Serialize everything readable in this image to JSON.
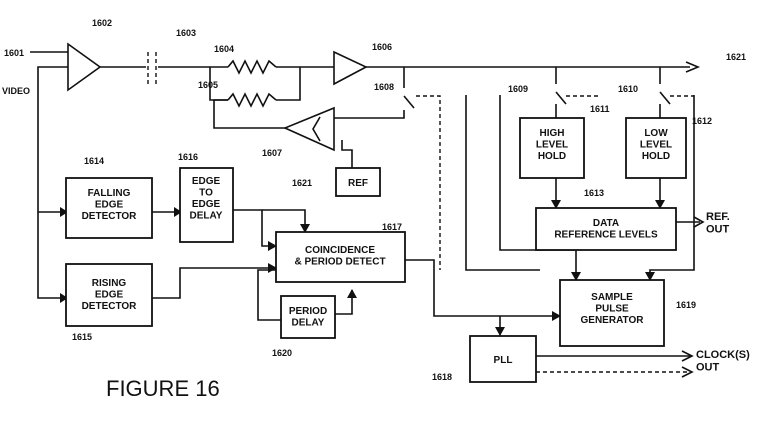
{
  "figure_title": "FIGURE 16",
  "signals": {
    "video_in_ref": "1601",
    "video_in": "VIDEO",
    "output_ref": "1621",
    "ref_out": "REF.\nOUT",
    "clock_out": "CLOCK(S)\nOUT"
  },
  "refs": {
    "amp_in": "1602",
    "cap": "1603",
    "res_a": "1604",
    "res_b": "1605",
    "amp_main": "1606",
    "comparator": "1607",
    "switch_a": "1608",
    "switch_b": "1609",
    "switch_c": "1610",
    "high_hold": "1611",
    "low_hold": "1612",
    "data_ref": "1613",
    "falling": "1614",
    "rising": "1615",
    "edge_delay": "1616",
    "coincidence": "1617",
    "pll": "1618",
    "sample_pulse": "1619",
    "period_delay": "1620",
    "ref": "1621"
  },
  "blocks": {
    "ref": "REF",
    "high_hold": "HIGH\nLEVEL\nHOLD",
    "low_hold": "LOW\nLEVEL\nHOLD",
    "data_ref": "DATA\nREFERENCE LEVELS",
    "falling": "FALLING\nEDGE\nDETECTOR",
    "rising": "RISING\nEDGE\nDETECTOR",
    "edge_delay": "EDGE\nTO\nEDGE\nDELAY",
    "coincidence": "COINCIDENCE\n& PERIOD DETECT",
    "period_delay": "PERIOD\nDELAY",
    "sample_pulse": "SAMPLE\nPULSE\nGENERATOR",
    "pll": "PLL"
  }
}
